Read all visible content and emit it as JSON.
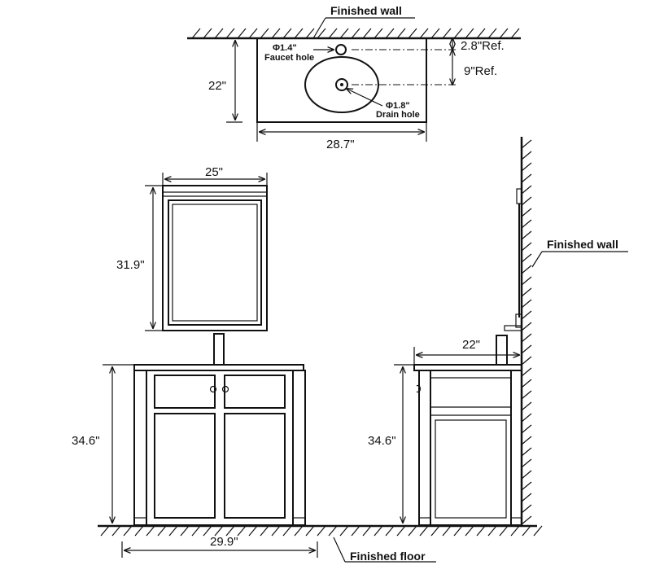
{
  "top_view": {
    "wall_label": "Finished wall",
    "depth": "22\"",
    "width": "28.7\"",
    "faucet_hole_size": "Φ1.4\"",
    "faucet_hole_label": "Faucet hole",
    "drain_hole_size": "Φ1.8\"",
    "drain_hole_label": "Drain hole",
    "faucet_ref": "2.8\"Ref.",
    "drain_ref": "9\"Ref."
  },
  "mirror": {
    "width": "25\"",
    "height": "31.9\""
  },
  "front_view": {
    "height": "34.6\"",
    "width": "29.9\"",
    "floor_label": "Finished floor"
  },
  "side_view": {
    "wall_label": "Finished wall",
    "depth": "22\"",
    "height": "34.6\""
  }
}
